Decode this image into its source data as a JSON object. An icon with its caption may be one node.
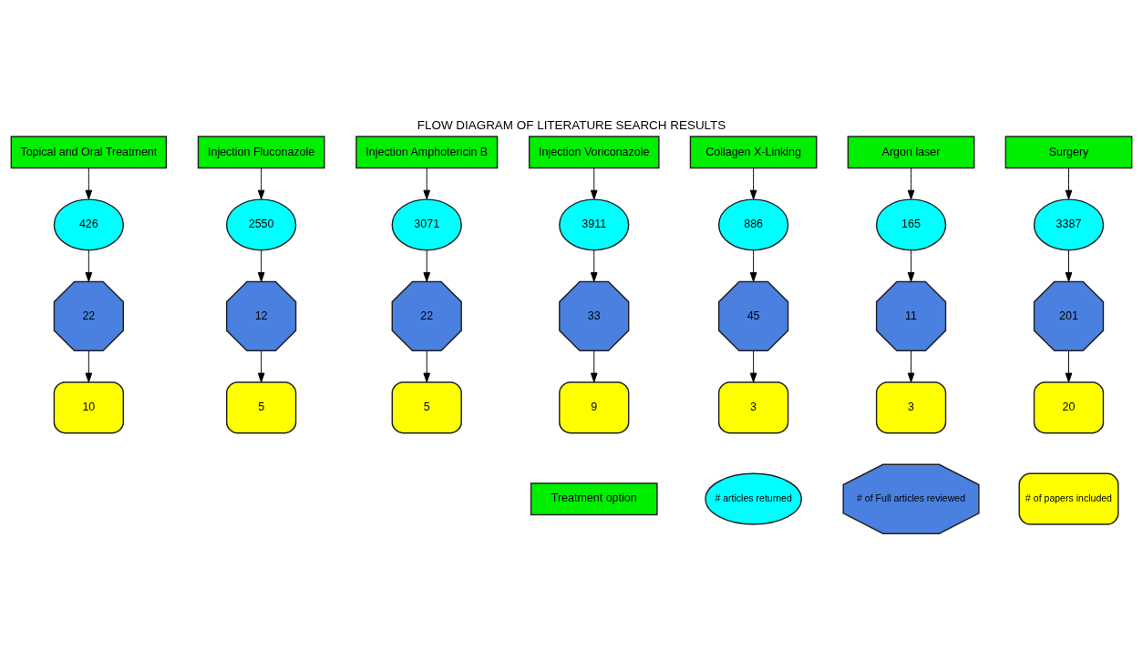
{
  "diagram": {
    "title": "FLOW DIAGRAM OF LITERATURE SEARCH RESULTS",
    "nodes": [
      {
        "text": [
          "Topical and Oral Treatment"
        ]
      },
      {
        "text": [
          "Injection Fluconazole"
        ]
      },
      {
        "text": [
          "Injection Amphotericin B"
        ]
      },
      {
        "text": [
          "Injection Voriconazole"
        ]
      },
      {
        "text": [
          "Collagen X-Linking"
        ]
      },
      {
        "text": [
          "Argon laser"
        ]
      },
      {
        "text": [
          "Surgery"
        ]
      },
      {
        "text": [
          "426"
        ]
      },
      {
        "text": [
          "2550"
        ]
      },
      {
        "text": [
          "3071"
        ]
      },
      {
        "text": [
          "3911"
        ]
      },
      {
        "text": [
          "886"
        ]
      },
      {
        "text": [
          "165"
        ]
      },
      {
        "text": [
          "3387"
        ]
      },
      {
        "text": [
          "22"
        ]
      },
      {
        "text": [
          "12"
        ]
      },
      {
        "text": [
          "22"
        ]
      },
      {
        "text": [
          "33"
        ]
      },
      {
        "text": [
          "45"
        ]
      },
      {
        "text": [
          "11"
        ]
      },
      {
        "text": [
          "201"
        ]
      },
      {
        "text": [
          "10"
        ]
      },
      {
        "text": [
          "5"
        ]
      },
      {
        "text": [
          "5"
        ]
      },
      {
        "text": [
          "9"
        ]
      },
      {
        "text": [
          "3"
        ]
      },
      {
        "text": [
          "3"
        ]
      },
      {
        "text": [
          "20"
        ]
      },
      {
        "text": [
          "Treatment option"
        ]
      },
      {
        "text": [
          "# articles returned"
        ]
      },
      {
        "text": [
          "# of Full articles reviewed"
        ]
      },
      {
        "text": [
          "# of papers included"
        ]
      }
    ],
    "edges": [
      {
        "from": 0,
        "to": 7,
        "arrow": "to"
      },
      {
        "from": 1,
        "to": 8,
        "arrow": "to"
      },
      {
        "from": 2,
        "to": 9,
        "arrow": "to"
      },
      {
        "from": 3,
        "to": 10,
        "arrow": "to"
      },
      {
        "from": 4,
        "to": 11,
        "arrow": "to"
      },
      {
        "from": 5,
        "to": 12,
        "arrow": "to"
      },
      {
        "from": 6,
        "to": 13,
        "arrow": "to"
      },
      {
        "from": 7,
        "to": 14,
        "arrow": "to"
      },
      {
        "from": 8,
        "to": 15,
        "arrow": "to"
      },
      {
        "from": 9,
        "to": 16,
        "arrow": "to"
      },
      {
        "from": 10,
        "to": 17,
        "arrow": "to"
      },
      {
        "from": 11,
        "to": 18,
        "arrow": "to"
      },
      {
        "from": 12,
        "to": 19,
        "arrow": "to"
      },
      {
        "from": 13,
        "to": 20,
        "arrow": "to"
      },
      {
        "from": 14,
        "to": 21,
        "arrow": "to"
      },
      {
        "from": 15,
        "to": 22,
        "arrow": "to"
      },
      {
        "from": 16,
        "to": 23,
        "arrow": "to"
      },
      {
        "from": 17,
        "to": 24,
        "arrow": "to"
      },
      {
        "from": 18,
        "to": 25,
        "arrow": "to"
      },
      {
        "from": 19,
        "to": 26,
        "arrow": "to"
      },
      {
        "from": 20,
        "to": 27,
        "arrow": "to"
      }
    ]
  }
}
